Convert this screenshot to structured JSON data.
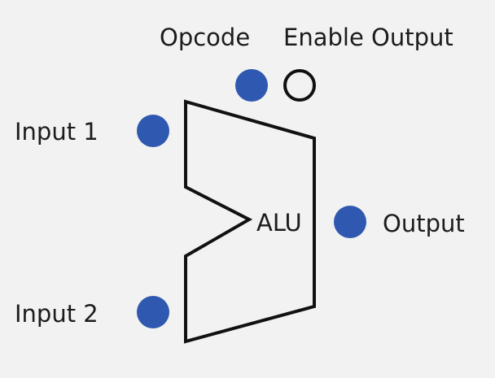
{
  "component": {
    "name": "ALU",
    "stroke_color": "#111111",
    "fill_color": "#f2f2f2"
  },
  "pin_colors": {
    "filled": "#2f58b0",
    "hollow_stroke": "#111111"
  },
  "pins": {
    "input1": {
      "label": "Input 1",
      "style": "filled"
    },
    "input2": {
      "label": "Input 2",
      "style": "filled"
    },
    "opcode": {
      "label": "Opcode",
      "style": "filled"
    },
    "enable_output": {
      "label": "Enable Output",
      "style": "hollow"
    },
    "output": {
      "label": "Output",
      "style": "filled"
    }
  }
}
